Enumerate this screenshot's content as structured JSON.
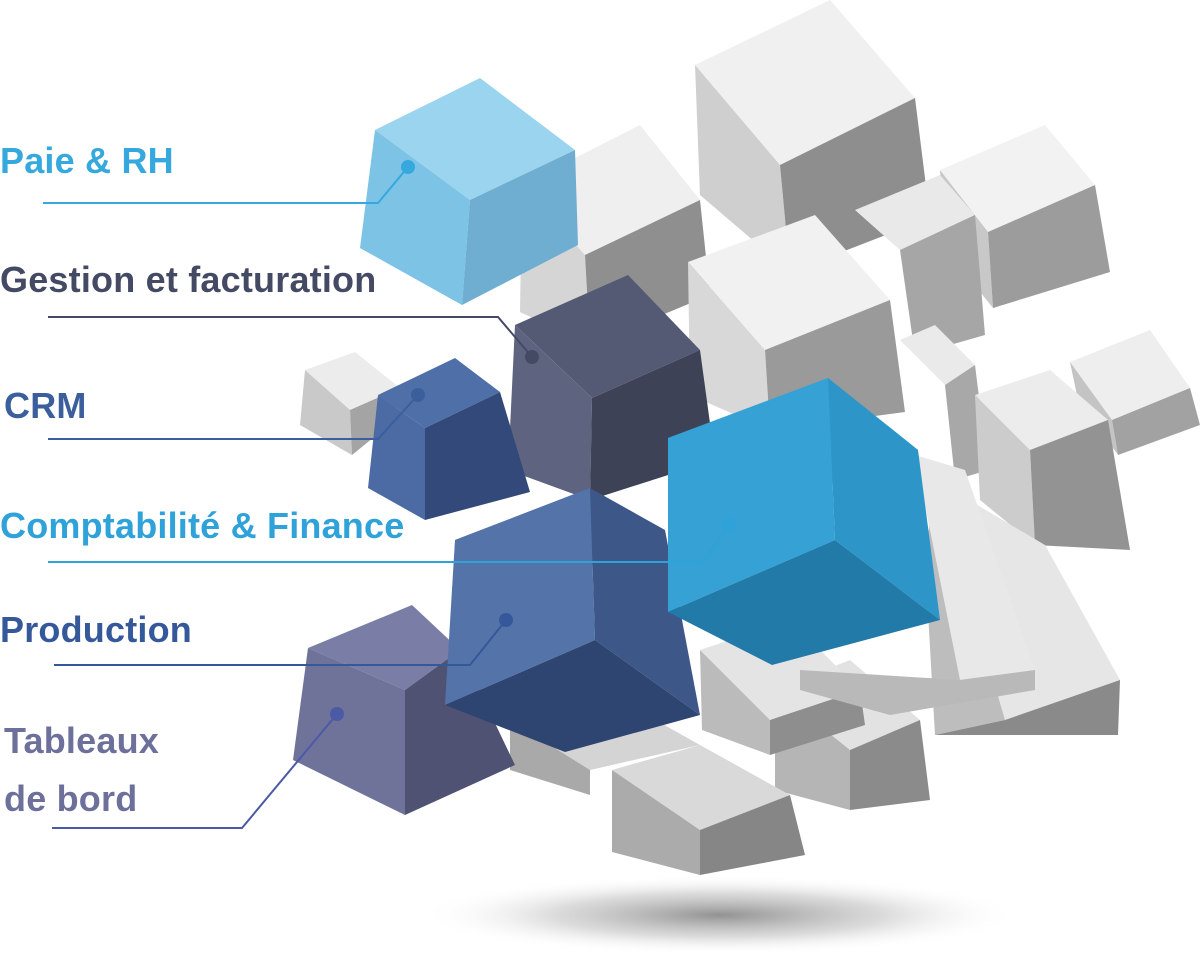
{
  "modules": [
    {
      "id": "paie",
      "label": "Paie & RH",
      "color": "#35a9dd"
    },
    {
      "id": "gestion",
      "label": "Gestion et facturation",
      "color": "#454a64"
    },
    {
      "id": "crm",
      "label": "CRM",
      "color": "#3b5f9d"
    },
    {
      "id": "compta",
      "label": "Comptabilité & Finance",
      "color": "#2ea2d9"
    },
    {
      "id": "production",
      "label": "Production",
      "color": "#35589a"
    },
    {
      "id": "tableaux",
      "label": "Tableaux de bord",
      "label_line1": "Tableaux",
      "label_line2": "de bord",
      "color": "#6c709a"
    }
  ]
}
